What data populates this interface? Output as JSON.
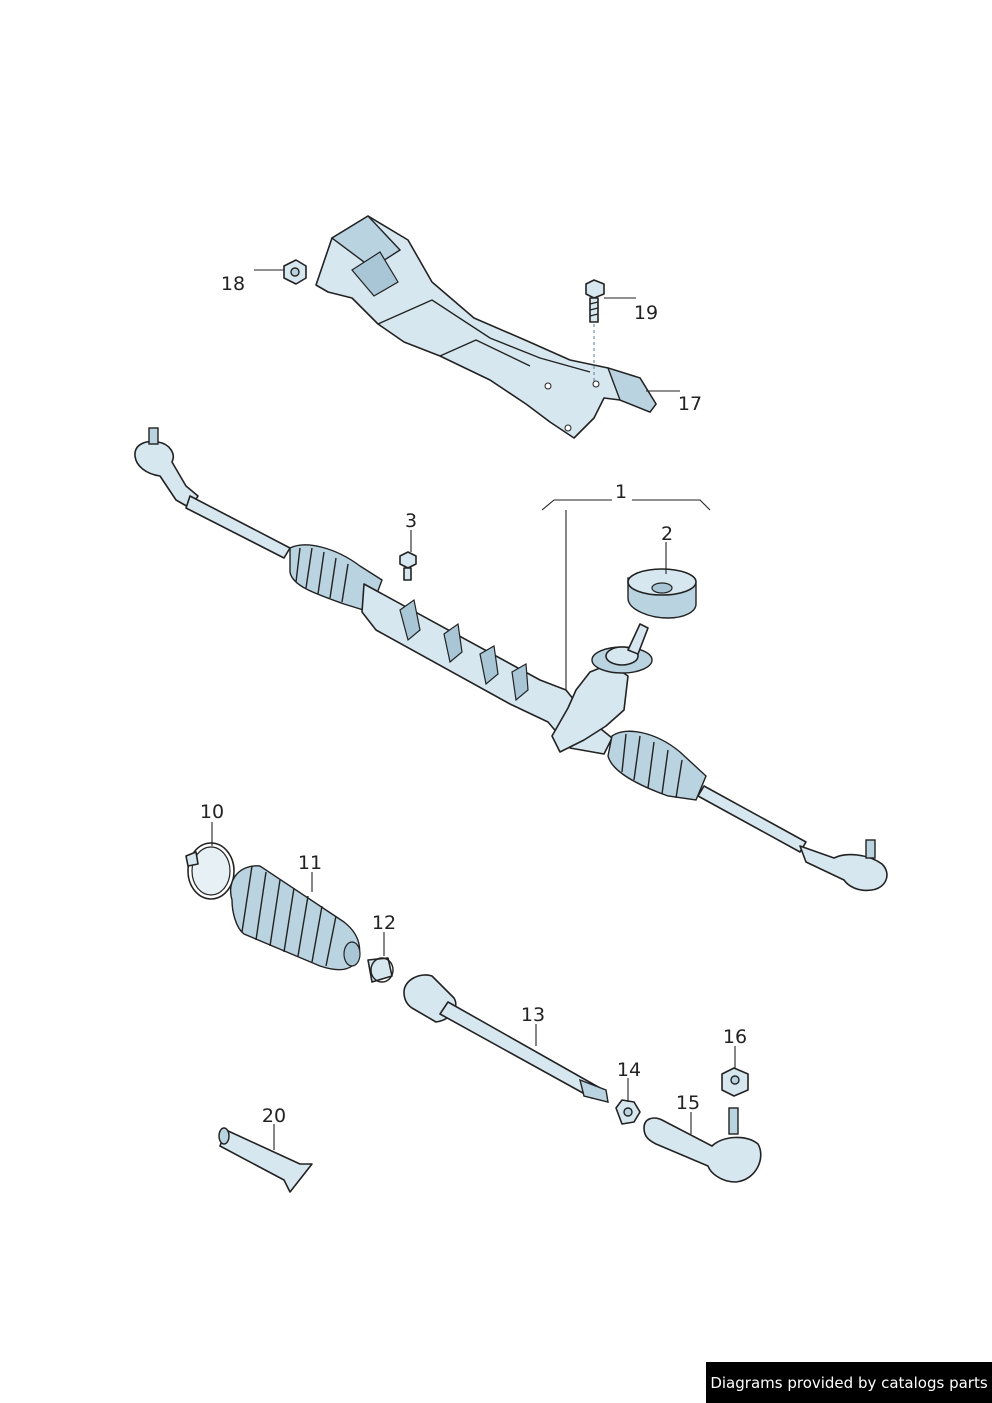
{
  "labels": {
    "p1": "1",
    "p2": "2",
    "p3": "3",
    "p10": "10",
    "p11": "11",
    "p12": "12",
    "p13": "13",
    "p14": "14",
    "p15": "15",
    "p16": "16",
    "p17": "17",
    "p18": "18",
    "p19": "19",
    "p20": "20"
  },
  "credit": "Diagrams provided by catalogs parts"
}
